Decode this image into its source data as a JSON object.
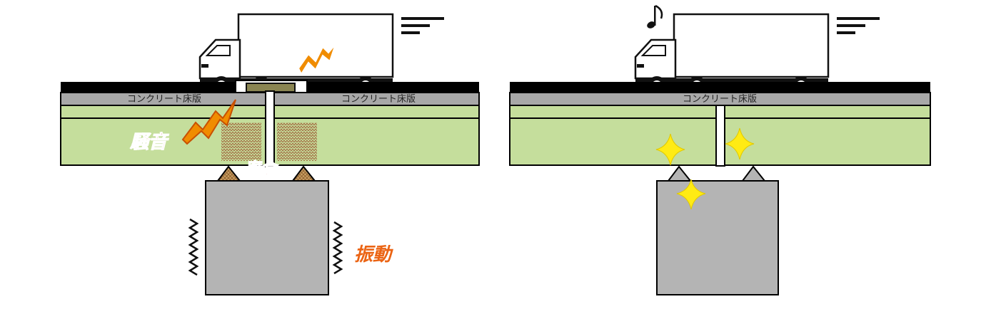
{
  "left_panel": {
    "slab_label_left": "コンクリート床版",
    "slab_label_right": "コンクリート床版",
    "noise_label": "騒音",
    "corrosion_label": "腐食",
    "vibration_label": "振動"
  },
  "right_panel": {
    "slab_label": "コンクリート床版"
  },
  "colors": {
    "asphalt": "#000000",
    "concrete_slab": "#a8a8a8",
    "girder_green": "#c5de9c",
    "pier_gray": "#b4b4b4",
    "noise_orange": "#f08c00",
    "callout_red": "#d2281e",
    "corrosion_red": "#c8001e",
    "vibration_orange": "#eb6414",
    "rust_brown": "#a0643c",
    "sparkle_yellow": "#ffeb14",
    "bearing_brown": "#c8a064"
  }
}
